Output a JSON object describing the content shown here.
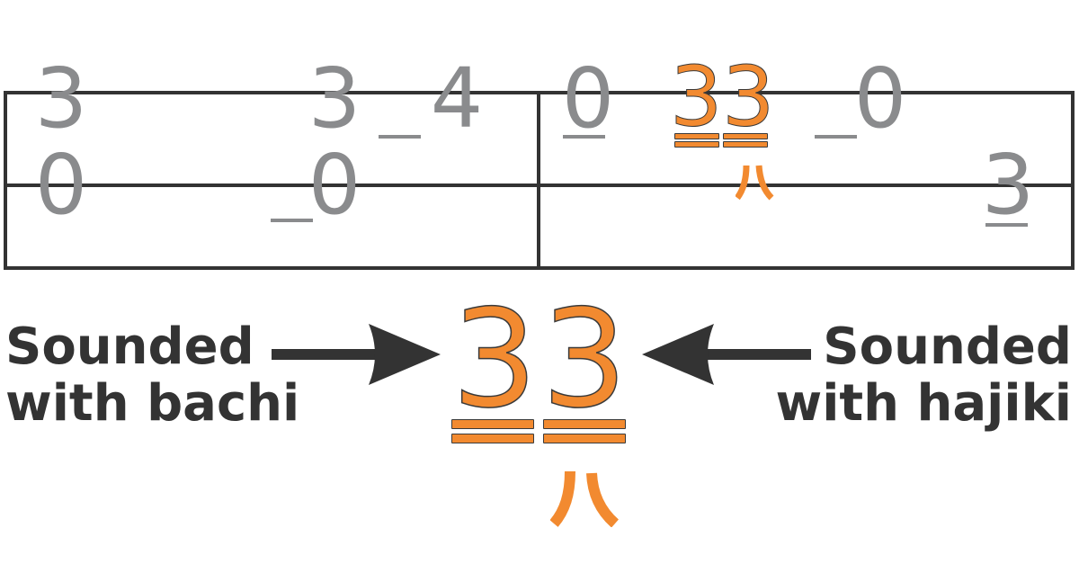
{
  "staff": {
    "measure1": {
      "notes": [
        {
          "value": "3",
          "string": "top",
          "underline": false
        },
        {
          "value": "0",
          "string": "middle",
          "underline": false
        },
        {
          "value": "3",
          "string": "top",
          "underline": false
        },
        {
          "value": "0",
          "string": "middle",
          "underline": true
        },
        {
          "value": "4",
          "string": "top",
          "underline": true
        }
      ]
    },
    "measure2": {
      "notes": [
        {
          "value": "0",
          "string": "top",
          "underline": true
        },
        {
          "value": "3",
          "string": "top",
          "color": "orange",
          "double_underline": true
        },
        {
          "value": "3",
          "string": "top",
          "color": "orange",
          "double_underline": true,
          "hajiki_mark": "ハ"
        },
        {
          "value": "0",
          "string": "top",
          "underline": true
        },
        {
          "value": "3",
          "string": "middle",
          "underline": true
        }
      ]
    }
  },
  "callout": {
    "left_label_line1": "Sounded",
    "left_label_line2": "with bachi",
    "right_label_line1": "Sounded",
    "right_label_line2": "with hajiki",
    "big_note_1": "3",
    "big_note_2": "3",
    "hajiki_mark": "ハ"
  },
  "colors": {
    "staff_line": "#333333",
    "note_gray": "#8a8b8d",
    "accent_orange": "#f28a30",
    "label_text": "#333333"
  }
}
